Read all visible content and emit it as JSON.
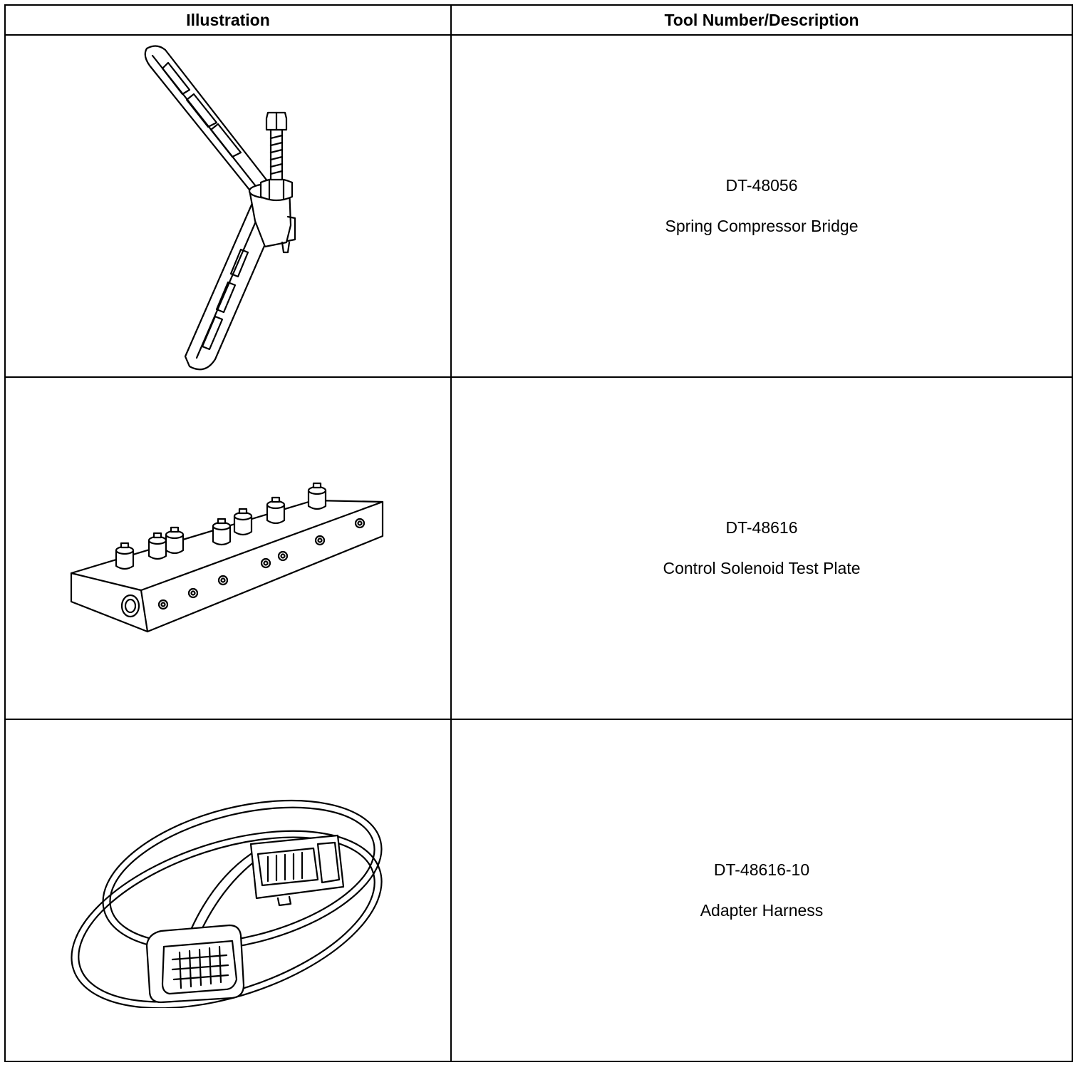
{
  "table": {
    "headers": {
      "illustration": "Illustration",
      "tool": "Tool Number/Description"
    },
    "rows": [
      {
        "tool_number": "DT-48056",
        "description": "Spring Compressor Bridge",
        "illustration_icon": "spring-compressor-bridge-icon"
      },
      {
        "tool_number": "DT-48616",
        "description": "Control Solenoid Test Plate",
        "illustration_icon": "solenoid-test-plate-icon"
      },
      {
        "tool_number": "DT-48616-10",
        "description": "Adapter Harness",
        "illustration_icon": "adapter-harness-icon"
      }
    ]
  },
  "colors": {
    "line": "#000000",
    "background": "#ffffff"
  }
}
